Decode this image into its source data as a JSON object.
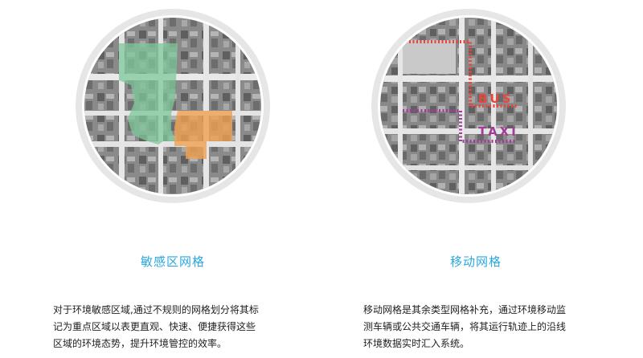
{
  "panels": [
    {
      "title": "敏感区网格",
      "description_lines": [
        "对于环境敏感区域,通过不规则的网格划分将其标",
        "记为重点区域以表更直观、快速、便捷获得这些",
        "区域的环境态势，提升环境管控的效率。"
      ],
      "colors": {
        "zone_green": "#7ec79a",
        "zone_orange": "#f0a050"
      }
    },
    {
      "title": "移动网格",
      "description_lines": [
        "移动网格是其余类型网格补充，通过环境移动监",
        "测车辆或公共交通车辆，将其运行轨迹上的沿线",
        "环境数据实时汇入系统。"
      ],
      "route_labels": {
        "bus": "BUS",
        "taxi": "TAXI"
      },
      "colors": {
        "bus": "#e8453c",
        "taxi": "#a23c9a"
      }
    }
  ],
  "colors": {
    "title": "#2aa8e0",
    "text": "#222222"
  }
}
